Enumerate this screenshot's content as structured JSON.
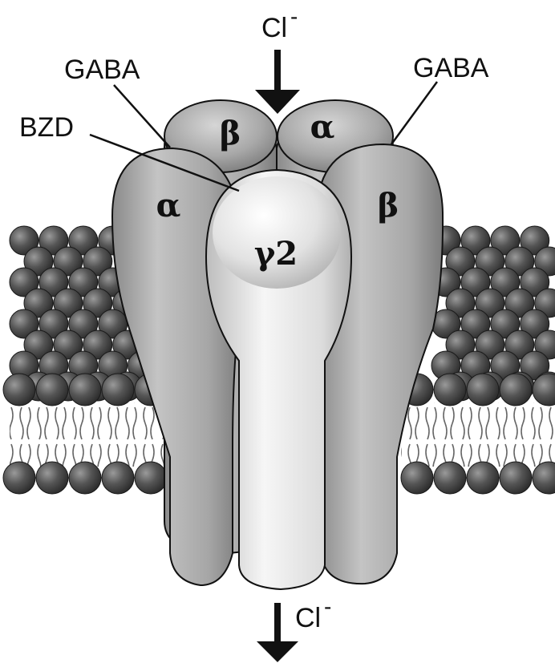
{
  "labels": {
    "cl_in": "Cl",
    "cl_in_sup": "-",
    "cl_out": "Cl",
    "cl_out_sup": "-",
    "gaba_left": "GABA",
    "gaba_right": "GABA",
    "bzd": "BZD"
  },
  "subunits": {
    "back_left": "β",
    "back_right": "α",
    "front_left": "α",
    "front_right": "β",
    "center": "γ2"
  },
  "colors": {
    "lipid_head": "#555555",
    "subunit_fill": "#a8a8a8",
    "center_fill": "#e8e8e8",
    "outline": "#111111"
  }
}
